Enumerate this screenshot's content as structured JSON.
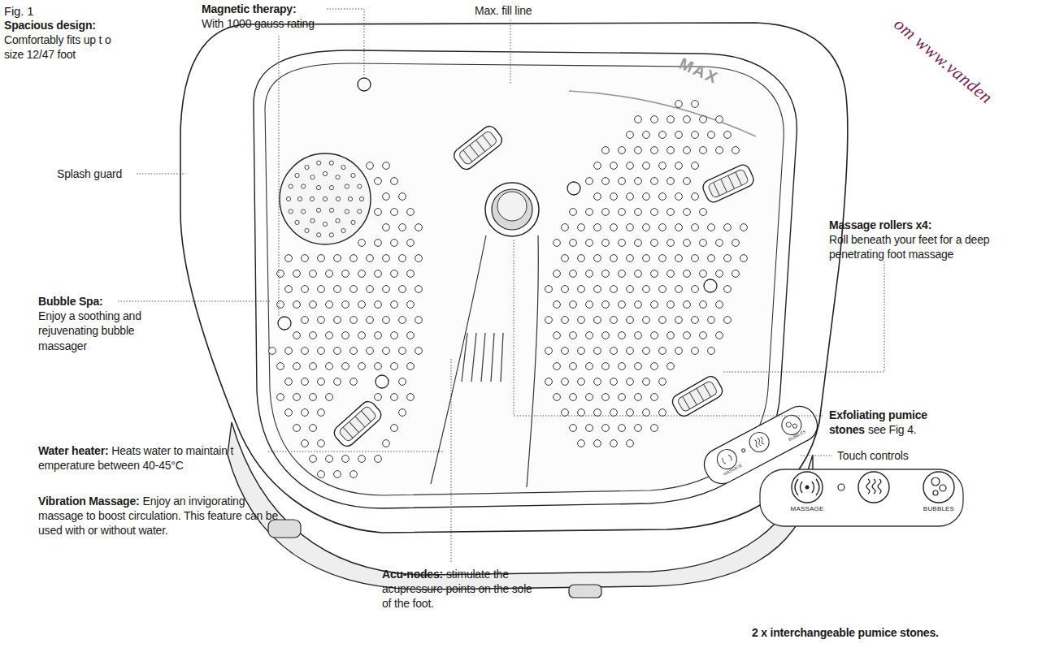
{
  "diagram": {
    "labels": [
      "om www.vanden",
      "Fig. 1",
      "Spacious design:",
      "Comfortably fits up t o size 12/47 foot",
      "Magnetic therapy:",
      "With 1000 gauss rating",
      "Max. fill line",
      "Splash guard",
      "MAX",
      "Massage rollers x4:",
      "Roll beneath your feet for a deep penetrating foot massage",
      "Bubble Spa:",
      "Enjoy a soothing and rejuvenating bubble massager",
      "Exfoliating pumice stones",
      "see Fig 4.",
      "Water heater:",
      "Heats water to maintain t emperature between 40-45°C",
      "Touch controls",
      "MASSAGE",
      "BUBBLES",
      "Vibration Massage:",
      "Enjoy an invigorating massage to boost circulation. This feature can be used with or without water.",
      "Acu-nodes:",
      "stimulate the acupressure points on the sole of the foot.",
      "MASSAGE",
      "BUBBLES",
      "2 x interchangeable pumice stones."
    ]
  }
}
